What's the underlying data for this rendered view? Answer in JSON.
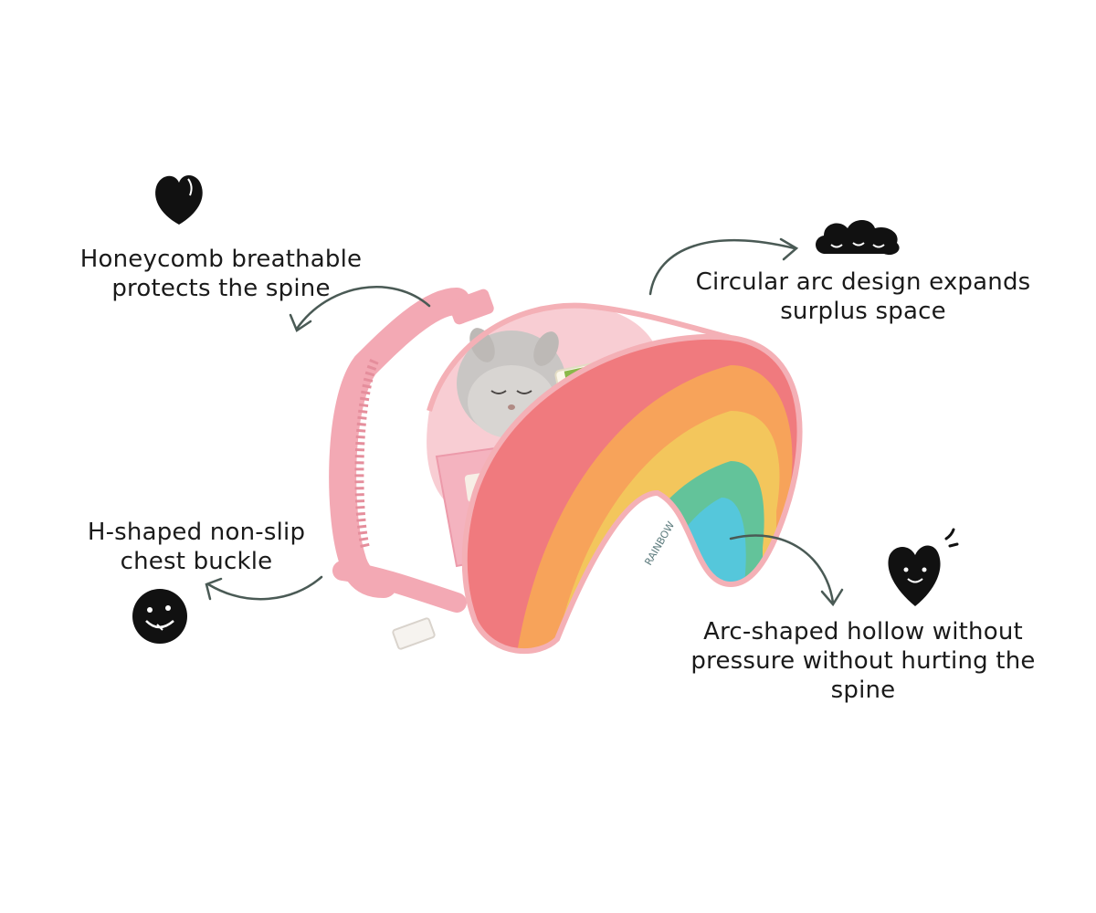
{
  "callouts": {
    "honeycomb": {
      "line1": "Honeycomb breathable",
      "line2": "protects the spine"
    },
    "arc_design": {
      "line1": "Circular arc design expands",
      "line2": "surplus space"
    },
    "chest_buckle": {
      "line1": "H-shaped non-slip",
      "line2": "chest buckle"
    },
    "hollow": {
      "line1": "Arc-shaped hollow without",
      "line2": "pressure without hurting the",
      "line3": "spine"
    }
  },
  "brand_mark": "RAINBOW",
  "colors": {
    "text": "#1a1a1a",
    "arrow": "#4a5a55",
    "rainbow_pink": "#f07a7e",
    "rainbow_orange": "#f7a35a",
    "rainbow_yellow": "#f3c65c",
    "rainbow_green": "#63c39a",
    "rainbow_blue": "#55c7db",
    "strap_pink": "#f3a9b4",
    "interior_pink": "#f8cdd3",
    "plush_grey": "#c9c6c4"
  },
  "icons": [
    "heart-doodle-icon",
    "cloud-doodle-icon",
    "smiley-doodle-icon",
    "heart-face-doodle-icon"
  ]
}
